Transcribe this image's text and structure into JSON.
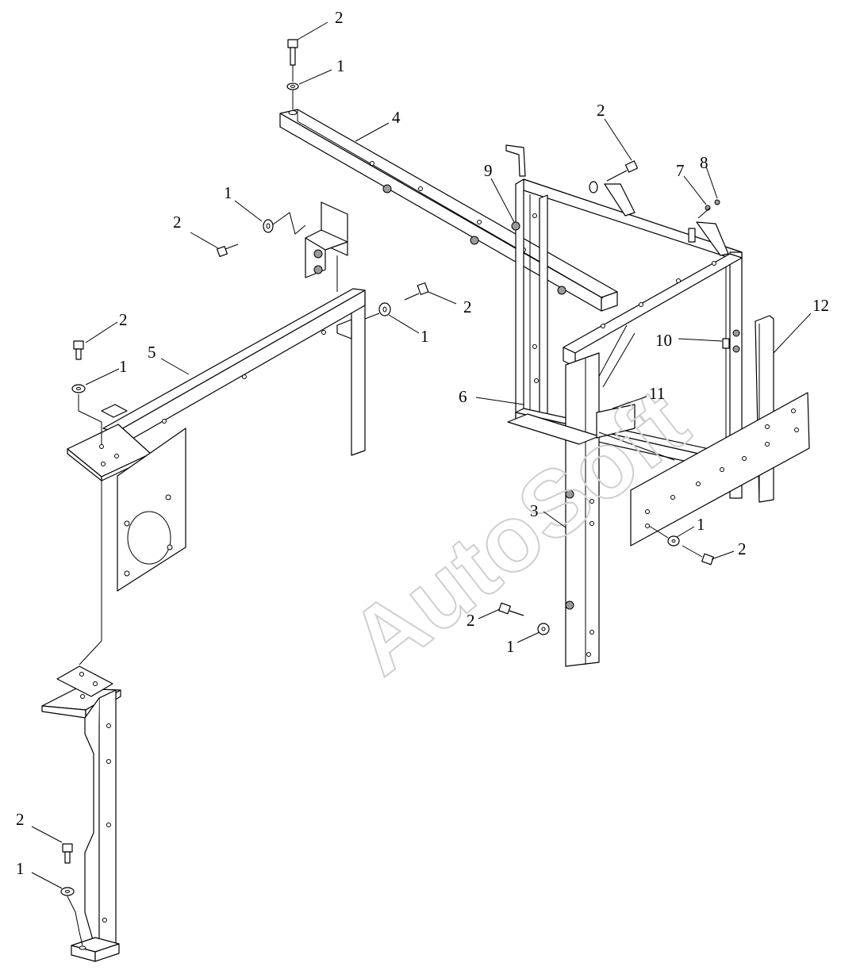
{
  "callouts": {
    "c1a": "2",
    "c1b": "1",
    "c4": "4",
    "c2a": "2",
    "c9": "9",
    "c7": "7",
    "c8": "8",
    "c1c": "1",
    "c2b": "2",
    "c2c": "2",
    "c1d": "1",
    "c2d": "2",
    "c1e": "1",
    "c5": "5",
    "c12": "12",
    "c10": "10",
    "c6": "6",
    "c11": "11",
    "c3": "3",
    "c1f": "1",
    "c2e": "2",
    "c2f": "2",
    "c1g": "1",
    "c2g": "2",
    "c1h": "1"
  },
  "watermark": "AutoSoft"
}
